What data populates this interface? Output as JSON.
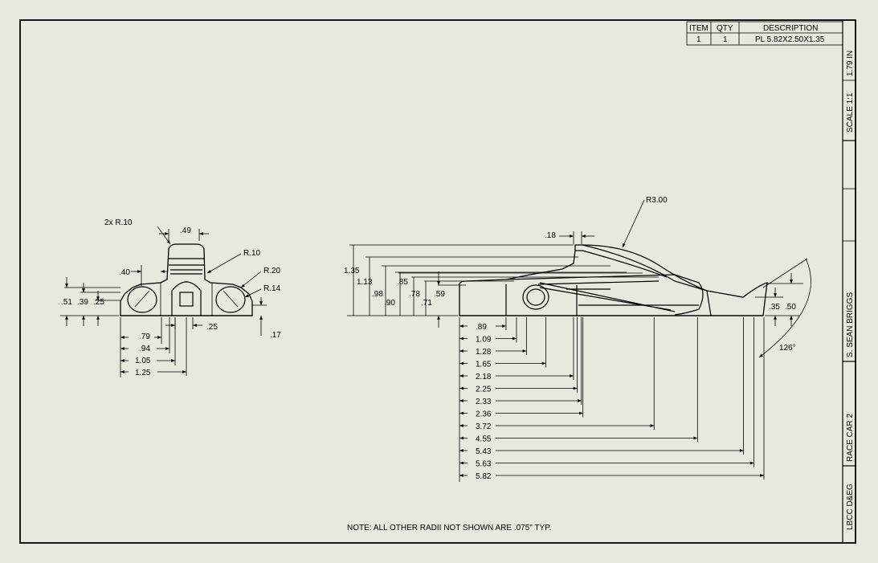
{
  "bom": {
    "headers": [
      "ITEM",
      "QTY",
      "DESCRIPTION"
    ],
    "rows": [
      [
        "1",
        "1",
        "PL 5.82X2.50X1.35"
      ]
    ]
  },
  "title_block": {
    "weight": "1.79 IN",
    "scale": "SCALE 1:1",
    "author": "S. SEAN BRIGGS",
    "title": "RACE CAR 2",
    "company": "LBCC D&EG"
  },
  "note": "NOTE: ALL OTHER RADII NOT SHOWN ARE .075\" TYP.",
  "front_view": {
    "radius_2x": "2x R.10",
    "top_width": ".49",
    "radius_right": "R.10",
    "radius_r20": "R.20",
    "radius_r14": "R.14",
    "dim_40": ".40",
    "vert": [
      ".51",
      ".39",
      ".25"
    ],
    "dim_25_bottom": ".25",
    "dim_17": ".17",
    "horiz": [
      ".79",
      ".94",
      "1.05",
      "1.25"
    ]
  },
  "side_view": {
    "radius": "R3.00",
    "top_18": ".18",
    "vert_left": [
      "1.35",
      "1.13",
      ".98",
      ".90",
      ".85",
      ".78",
      ".71",
      ".59"
    ],
    "vert_right": [
      ".35",
      ".50"
    ],
    "angle": "126°",
    "horiz": [
      ".89",
      "1.09",
      "1.28",
      "1.65",
      "2.18",
      "2.25",
      "2.33",
      "2.36",
      "3.72",
      "4.55",
      "5.43",
      "5.63",
      "5.82"
    ]
  }
}
